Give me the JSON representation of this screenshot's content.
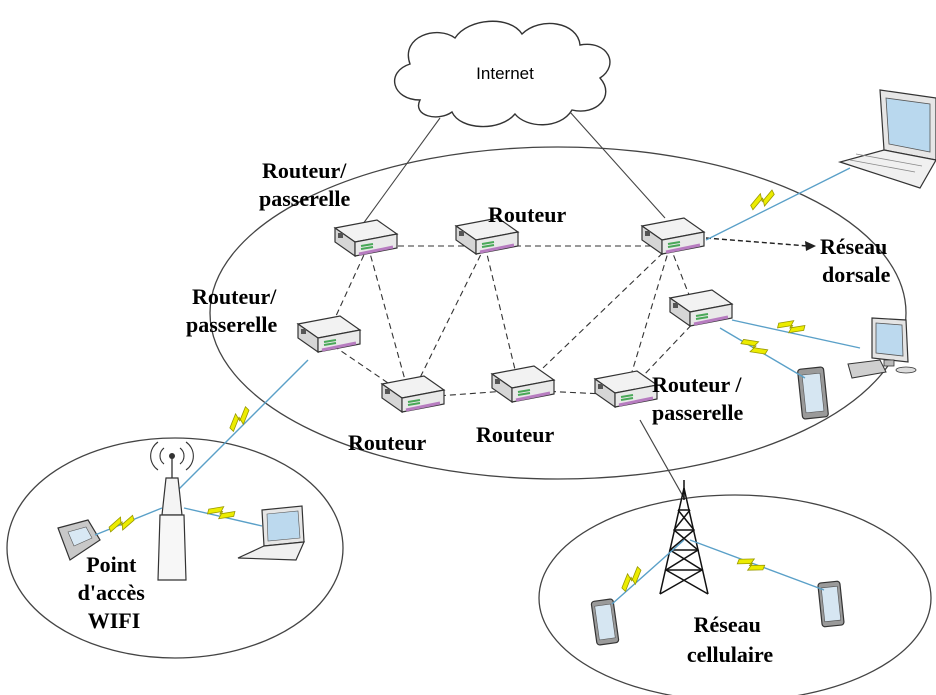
{
  "labels": {
    "internet": "Internet",
    "gw_top_left": [
      "Routeur/",
      "passerelle"
    ],
    "router_top": "Routeur",
    "gw_left": [
      "Routeur/",
      "passerelle"
    ],
    "backbone": [
      "Réseau",
      "dorsale"
    ],
    "router_bottom_left": "Routeur",
    "router_bottom_mid": "Routeur",
    "gw_bottom_right": [
      "Routeur /",
      "passerelle"
    ],
    "wifi_ap": [
      "Point",
      "d'accès",
      "WIFI"
    ],
    "cellular": [
      "Réseau",
      "cellulaire"
    ]
  },
  "colors": {
    "wireless": "#e8e800",
    "wireless_edge": "#9a9a00",
    "device_body": "#e4e4e4",
    "device_accent": "#c08ac8",
    "line": "#333333"
  }
}
